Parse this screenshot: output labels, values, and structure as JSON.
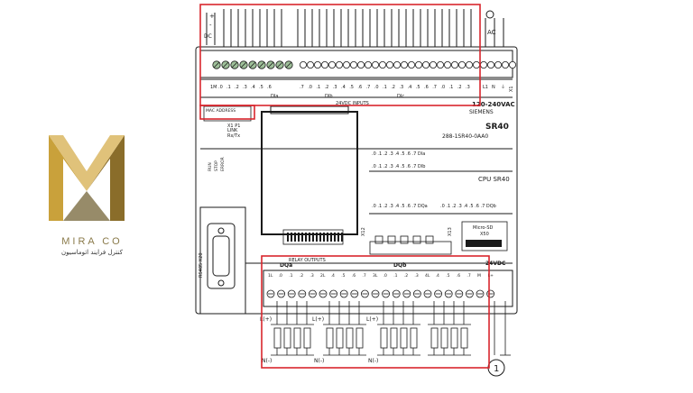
{
  "colors": {
    "highlight": "#d8262d",
    "line": "#1a1a1a",
    "logo_gold": "#c9a13b",
    "logo_dark": "#6b5a2a"
  },
  "logo": {
    "name": "MIRA CO",
    "subtitle": "کنترل فرایند اتوماسیون"
  },
  "top_supply": {
    "dc_label": "DC",
    "ac_label": "AC",
    "plus": "+",
    "minus": "-"
  },
  "input_terminals": {
    "left_labels": [
      "1M",
      ".0",
      ".1",
      ".2",
      ".3",
      ".4",
      ".5",
      ".6"
    ],
    "right_labels": [
      ".7",
      ".0",
      ".1",
      ".2",
      ".3",
      ".4",
      ".5",
      ".6",
      ".7",
      ".0",
      ".1",
      ".2",
      ".3",
      ".4",
      ".5",
      ".6",
      ".7",
      ".0",
      ".1",
      ".2",
      ".3"
    ],
    "group_a": "DIa",
    "group_b": "DIb",
    "group_c": "DIc",
    "power_labels": [
      "L1",
      "N",
      "⏚"
    ],
    "inputs_caption": "24VDC INPUTS",
    "supply_caption": "120-240VAC",
    "x1": "X1"
  },
  "module": {
    "mac_address": "MAC ADDRESS",
    "x1_p1": "X1 P1",
    "link": "LINK",
    "rx_tx": "Rx/Tx",
    "status_leds": [
      "RUN",
      "STOP",
      "ERROR"
    ],
    "brand": "SIEMENS",
    "model_code": "SR40",
    "order_number": "288-1SR40-0AA0",
    "cpu_name": "CPU SR40",
    "led_row_1": ".0 .1 .2 .3 .4 .5 .6 .7 DIa",
    "led_row_2": ".0 .1 .2 .3 .4 .5 .6 .7 DIb",
    "led_row_3": ".0 .1 .2 .3 .4 .5 .6 .7 DQa",
    "led_row_4": ".0 .1 .2 .3 .4 .5 .6 .7 DQb",
    "micro_sd": "Micro-SD",
    "x50": "X50",
    "x12": "X12",
    "x13": "X13",
    "rs485": "RS485 X20",
    "ethernet_port": "X1 P1"
  },
  "output_terminals": {
    "relay_caption": "RELAY OUTPUTS",
    "group_a": "DQa",
    "group_b": "DQb",
    "vdc_caption": "24VDC",
    "labels_left": [
      "1L",
      ".0",
      ".1",
      ".2",
      ".3",
      "2L",
      ".4",
      ".5",
      ".6",
      ".7",
      "3L"
    ],
    "labels_right": [
      ".0",
      ".1",
      ".2",
      ".3",
      "4L",
      ".4",
      ".5",
      ".6",
      ".7",
      "M",
      "L+"
    ]
  },
  "loads": {
    "l_plus": "L(+)",
    "n_minus": "N(-)",
    "callout": "1"
  }
}
